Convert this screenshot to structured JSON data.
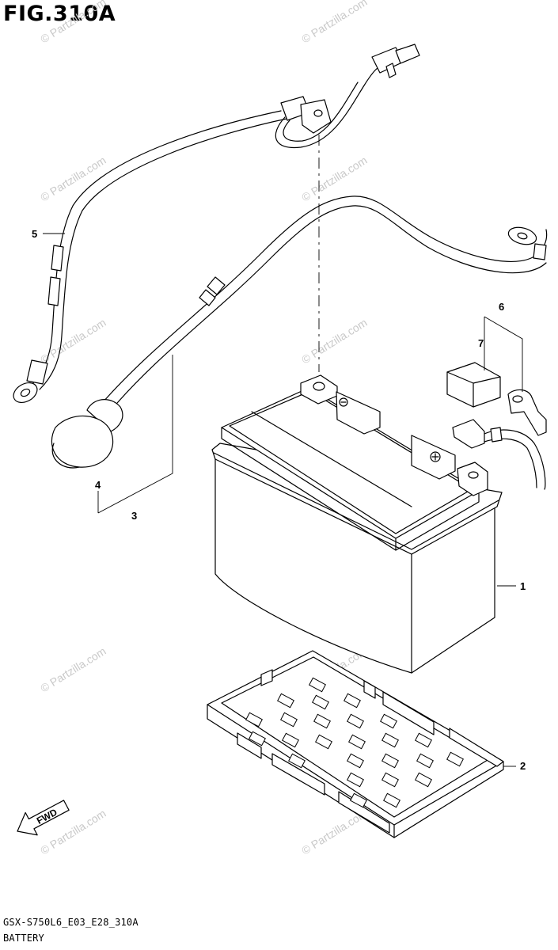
{
  "figure": {
    "title": "FIG.310A",
    "code": "GSX-S750L6_E03_E28_310A",
    "name": "BATTERY",
    "fwd_label": "FWD",
    "watermark": "© Partzilla.com"
  },
  "callouts": [
    "1",
    "2",
    "3",
    "4",
    "5",
    "6",
    "7"
  ],
  "colors": {
    "line": "#000000",
    "watermark": "#c9c9c9",
    "background": "#ffffff"
  }
}
